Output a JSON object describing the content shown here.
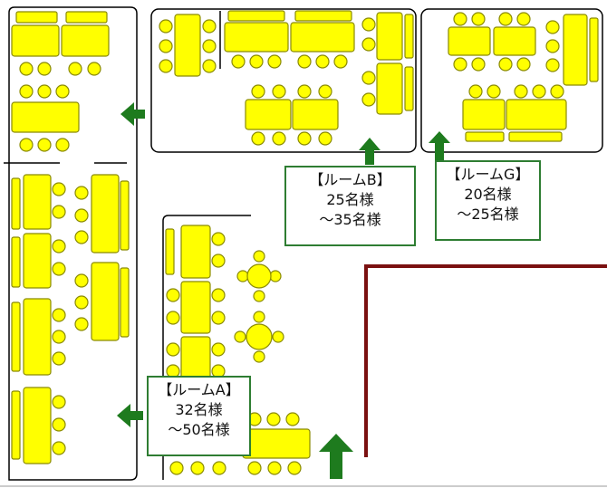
{
  "rooms": {
    "b": {
      "name": "【ルームB】",
      "capacity_line1": "25名様",
      "capacity_line2": "～35名様"
    },
    "g": {
      "name": "【ルームG】",
      "capacity_line1": "20名様",
      "capacity_line2": "～25名様"
    },
    "a": {
      "name": "【ルームA】",
      "capacity_line1": "32名様",
      "capacity_line2": "～50名様"
    }
  },
  "colors": {
    "furniture_fill": "#ffff00",
    "furniture_stroke": "#8a8a00",
    "wall": "#000000",
    "arrow": "#1e7b1e",
    "label_border": "#2e7d32",
    "partition": "#7a1010"
  },
  "icons": [
    "arrow-left-icon",
    "arrow-up-icon"
  ]
}
